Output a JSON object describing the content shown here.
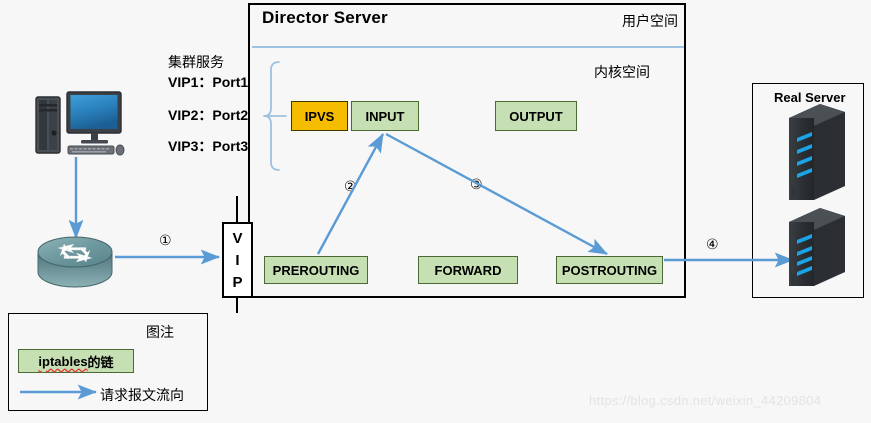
{
  "diagram": {
    "background_color": "#f7f7f7",
    "accent_blue": "#5b9bd5",
    "chain_green": "#c6dfb3",
    "chain_green_border": "#4a6b33",
    "ipvs_orange": "#f5bc00"
  },
  "director": {
    "title": "Director Server",
    "user_space_label": "用户空间",
    "kernel_space_label": "内核空间"
  },
  "cluster_service": {
    "title": "集群服务",
    "entries": [
      "VIP1：Port1",
      "VIP2：Port2",
      "VIP3：Port3"
    ]
  },
  "vip_box": {
    "letters": [
      "V",
      "I",
      "P"
    ]
  },
  "chains": {
    "ipvs": "IPVS",
    "input": "INPUT",
    "output": "OUTPUT",
    "prerouting": "PREROUTING",
    "forward": "FORWARD",
    "postrouting": "POSTROUTING"
  },
  "steps": {
    "one": "①",
    "two": "②",
    "three": "③",
    "four": "④"
  },
  "real_server": {
    "title": "Real Server",
    "node_count": 2
  },
  "legend": {
    "title": "图注",
    "chain_label_main": "iptables",
    "chain_label_suffix": "的链",
    "flow_label": "请求报文流向"
  },
  "watermark": {
    "text": "https://blog.csdn.net/weixin_44209804"
  }
}
